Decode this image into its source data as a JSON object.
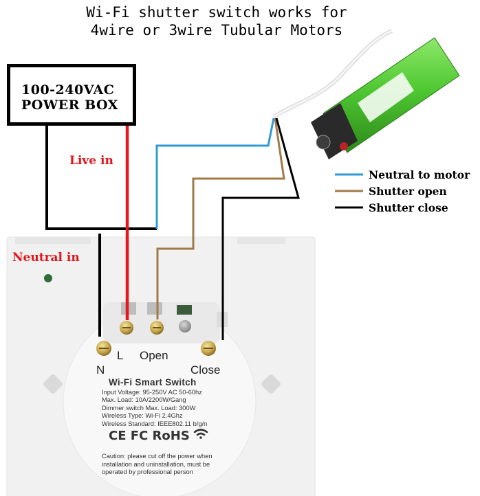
{
  "title": {
    "line1": "Wi-Fi shutter switch works for",
    "line2": "4wire or 3wire Tubular Motors"
  },
  "power_box": {
    "line1": "100-240VAC",
    "line2": "POWER BOX"
  },
  "wire_labels": {
    "live_in": "Live in",
    "neutral_in": "Neutral in"
  },
  "legend": [
    {
      "label": "Neutral to motor",
      "color": "#2e9bd6"
    },
    {
      "label": "Shutter open",
      "color": "#a07a48"
    },
    {
      "label": "Shutter close",
      "color": "#000000"
    }
  ],
  "colors": {
    "live": "#e8161b",
    "neutral": "#000000",
    "neutral_to_motor": "#2e9bd6",
    "shutter_open": "#a07a48",
    "shutter_close": "#000000",
    "motor_body": "#4fc832"
  },
  "terminals": {
    "n": "N",
    "l": "L",
    "open": "Open",
    "close": "Close"
  },
  "switch_label": {
    "name": "Wi-Fi Smart Switch",
    "specs": "Input Voltage: 95-250V AC 50-60hz\nMax. Load: 10A/2200W/Gang\nDimmer switch Max. Load: 300W\nWireless Type: Wi-Fi 2.4Ghz\nWireless Standard: IEEE802.11 b/g/n",
    "certifications": "CE FC RoHS",
    "caution": "Caution: please cut off the power when\ninstallation and uninstallation, must be\noperated by professional person"
  }
}
